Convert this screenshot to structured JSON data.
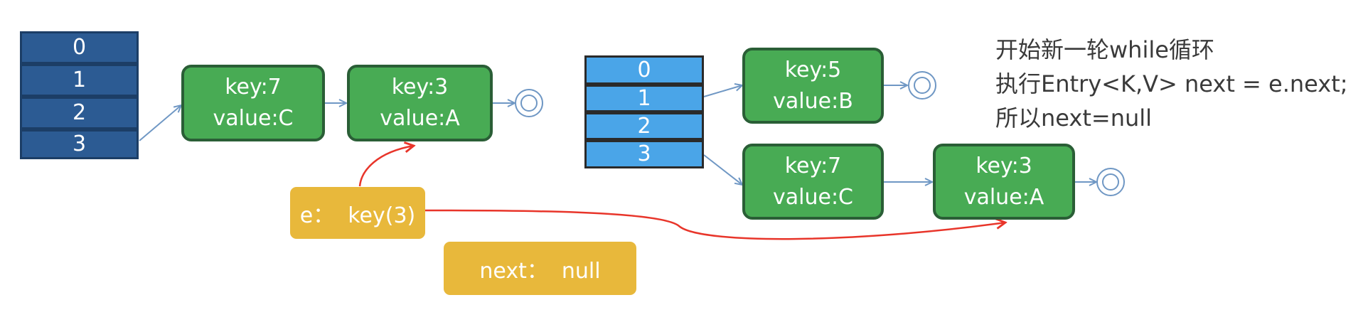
{
  "left_table": {
    "slots": [
      "0",
      "1",
      "2",
      "3"
    ]
  },
  "left_chain": [
    {
      "key": "key:7",
      "value": "value:C"
    },
    {
      "key": "key:3",
      "value": "value:A"
    }
  ],
  "right_table": {
    "slots": [
      "0",
      "1",
      "2",
      "3"
    ]
  },
  "right_bucket1": {
    "key": "key:5",
    "value": "value:B"
  },
  "right_bucket3": [
    {
      "key": "key:7",
      "value": "value:C"
    },
    {
      "key": "key:3",
      "value": "value:A"
    }
  ],
  "pointers": {
    "e": "e：  key(3)",
    "next": "next：  null"
  },
  "note_lines": [
    "开始新一轮while循环",
    "执行Entry<K,V> next = e.next;",
    "所以next=null"
  ],
  "colors": {
    "table_dark": "#2c5b93",
    "table_light": "#4aa5e8",
    "node_fill": "#48ab54",
    "node_border": "#2a5e36",
    "pointer_fill": "#e8b83b",
    "link_line": "#6f97c4",
    "pointer_line": "#e8352a"
  }
}
